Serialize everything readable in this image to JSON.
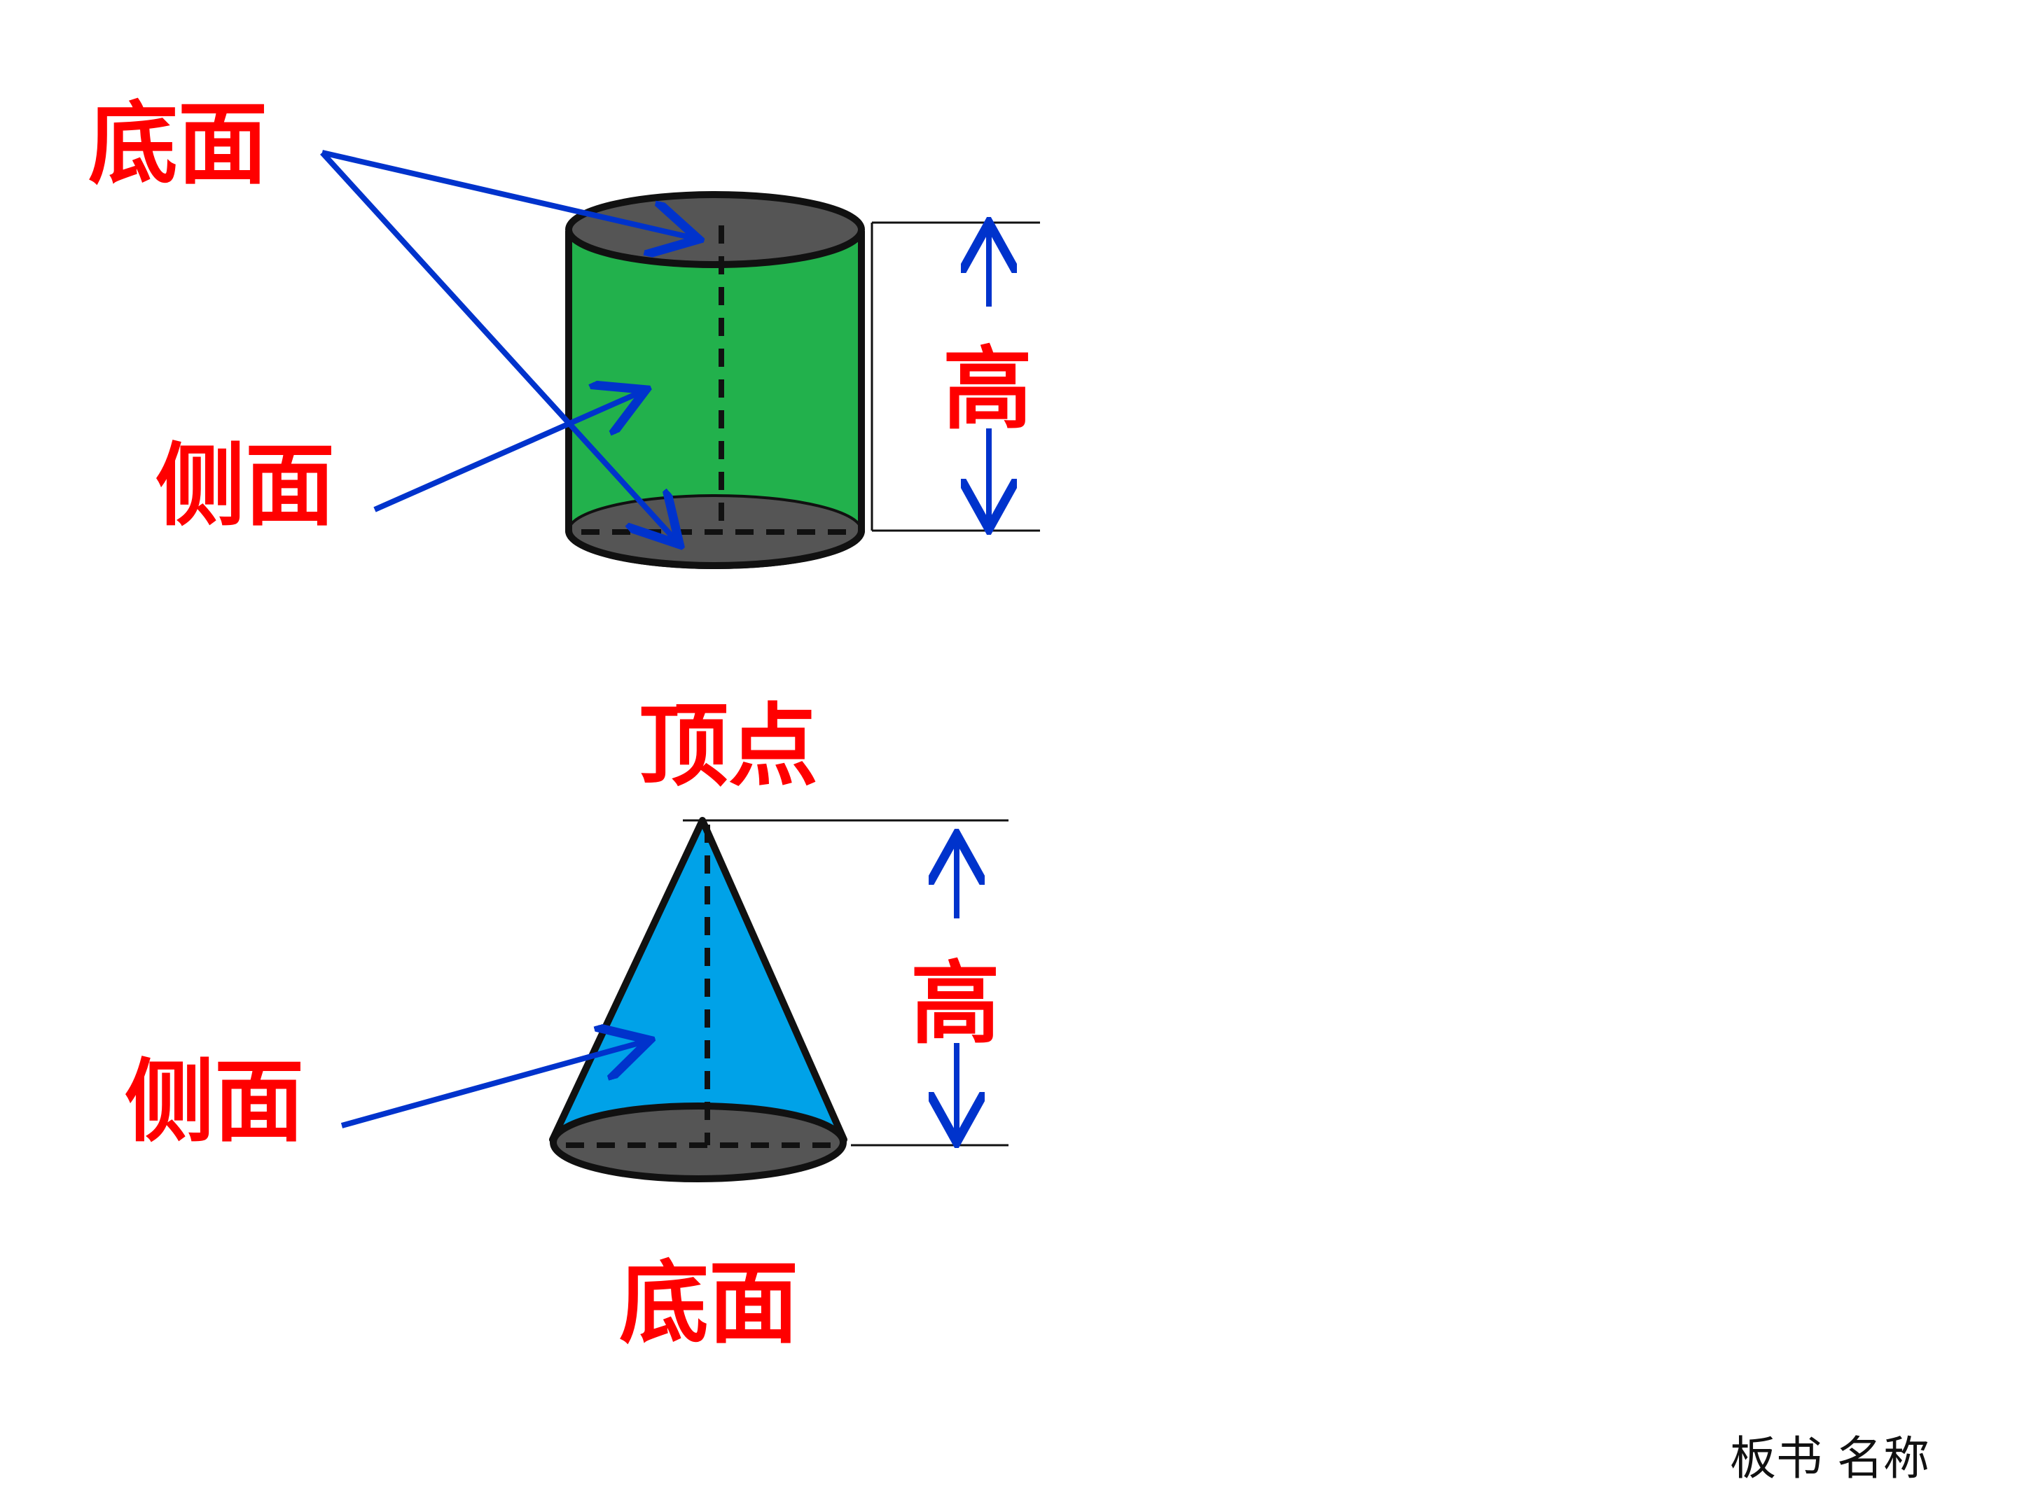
{
  "colors": {
    "label": "#ff0000",
    "arrow": "#0033cc",
    "cylinder_side": "#22b14c",
    "cone_side": "#00a2e8",
    "base": "#555555",
    "outline": "#111111"
  },
  "cylinder": {
    "top_base_label": "底面",
    "side_label": "侧面",
    "height_label": "高"
  },
  "cone": {
    "apex_label": "顶点",
    "side_label": "侧面",
    "height_label": "高",
    "base_label": "底面"
  },
  "caption": "板书 名称"
}
